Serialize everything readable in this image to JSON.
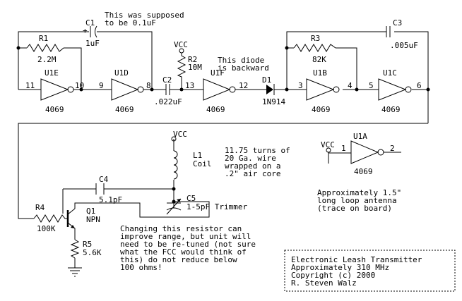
{
  "notes": {
    "c1_note": [
      "This was supposed",
      "to be 0.1uF"
    ],
    "diode_note": [
      "This diode",
      "is backward"
    ],
    "coil_note": [
      "11.75 turns of",
      "20 Ga. wire",
      "wrapped on a",
      ".2\" air core"
    ],
    "antenna_note": [
      "Approximately 1.5\"",
      "long loop antenna",
      "(trace on board)"
    ],
    "resistor_note": [
      "Changing this resistor can",
      "improve range, but unit will",
      "need to be re-tuned (not sure",
      "what the FCC would think of",
      "this) do not reduce below",
      "100 ohms!"
    ]
  },
  "title_block": [
    "Electronic Leash Transmitter",
    "Approximately 310 MHz",
    "Copyright (c) 2000",
    "R. Steven Walz"
  ],
  "components": {
    "c1": {
      "ref": "C1",
      "value": "1uF",
      "polarity": "+"
    },
    "r1": {
      "ref": "R1",
      "value": "2.2M"
    },
    "u1e": {
      "ref": "U1E",
      "part": "4069",
      "pin_in": "11",
      "pin_out": "10"
    },
    "u1d": {
      "ref": "U1D",
      "part": "4069",
      "pin_in": "9",
      "pin_out": "8"
    },
    "c2": {
      "ref": "C2",
      "value": ".022uF"
    },
    "r2": {
      "ref": "R2",
      "value": "10M",
      "supply": "VCC"
    },
    "u1f": {
      "ref": "U1F",
      "part": "4069",
      "pin_in": "13",
      "pin_out": "12"
    },
    "d1": {
      "ref": "D1",
      "part": "1N914"
    },
    "u1b": {
      "ref": "U1B",
      "part": "4069",
      "pin_in": "3",
      "pin_out": "4"
    },
    "r3": {
      "ref": "R3",
      "value": "82K"
    },
    "u1c": {
      "ref": "U1C",
      "part": "4069",
      "pin_in": "5",
      "pin_out": "6"
    },
    "c3": {
      "ref": "C3",
      "value": ".005uF"
    },
    "u1a": {
      "ref": "U1A",
      "part": "4069",
      "pin_in": "1",
      "pin_out": "2",
      "supply": "VCC"
    },
    "l1": {
      "ref": "L1",
      "value": "Coil",
      "supply": "VCC"
    },
    "c4": {
      "ref": "C4",
      "value": "5.1pF"
    },
    "c5": {
      "ref": "C5",
      "value": "1-5pF Trimmer"
    },
    "r4": {
      "ref": "R4",
      "value": "100K"
    },
    "q1": {
      "ref": "Q1",
      "part": "NPN"
    },
    "r5": {
      "ref": "R5",
      "value": "5.6K"
    }
  }
}
